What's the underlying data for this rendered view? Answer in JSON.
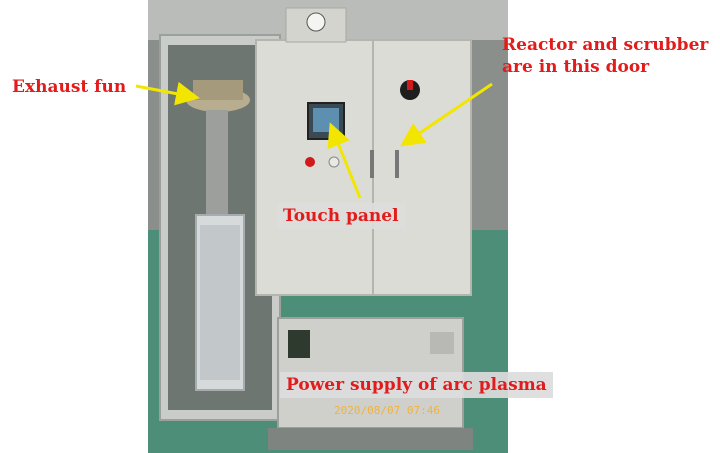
{
  "annotations": {
    "exhaust_fan": "Exhaust fun",
    "reactor_line1": "Reactor and scrubber",
    "reactor_line2": "are in this door",
    "touch_panel": "Touch panel",
    "power_supply": "Power supply of arc plasma"
  },
  "photo": {
    "timestamp": "2020/08/07 07:46"
  },
  "colors": {
    "label_text": "#e21b1b",
    "arrow": "#f2e600",
    "floor": "#4c8e77",
    "cabinet": "#dcdcd6"
  }
}
